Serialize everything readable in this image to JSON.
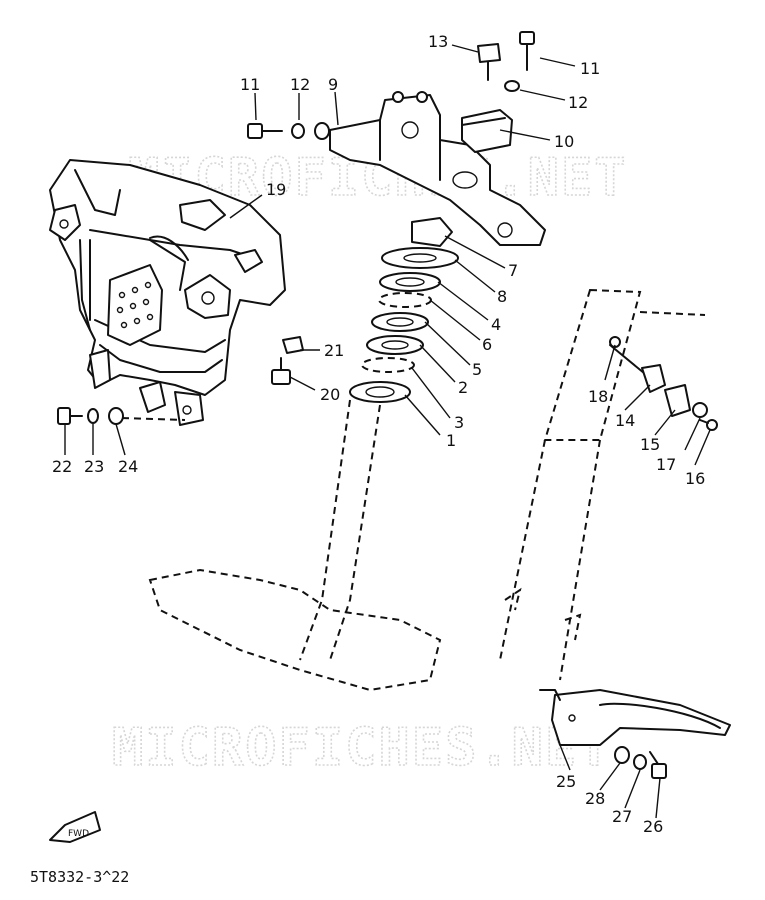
{
  "watermark": [
    "MICROFICHES.NET",
    "MICROFICHES.NET"
  ],
  "drawing_code": "5T8332-3^22",
  "fwd_label": "FWD",
  "callouts": [
    {
      "id": "c1",
      "text": "1"
    },
    {
      "id": "c2",
      "text": "2"
    },
    {
      "id": "c3",
      "text": "3"
    },
    {
      "id": "c4",
      "text": "4"
    },
    {
      "id": "c5",
      "text": "5"
    },
    {
      "id": "c6",
      "text": "6"
    },
    {
      "id": "c7",
      "text": "7"
    },
    {
      "id": "c8",
      "text": "8"
    },
    {
      "id": "c9",
      "text": "9"
    },
    {
      "id": "c10",
      "text": "10"
    },
    {
      "id": "c11a",
      "text": "11"
    },
    {
      "id": "c11b",
      "text": "11"
    },
    {
      "id": "c12a",
      "text": "12"
    },
    {
      "id": "c12b",
      "text": "12"
    },
    {
      "id": "c13",
      "text": "13"
    },
    {
      "id": "c14",
      "text": "14"
    },
    {
      "id": "c15",
      "text": "15"
    },
    {
      "id": "c16",
      "text": "16"
    },
    {
      "id": "c17",
      "text": "17"
    },
    {
      "id": "c18",
      "text": "18"
    },
    {
      "id": "c19",
      "text": "19"
    },
    {
      "id": "c20",
      "text": "20"
    },
    {
      "id": "c21",
      "text": "21"
    },
    {
      "id": "c22",
      "text": "22"
    },
    {
      "id": "c23",
      "text": "23"
    },
    {
      "id": "c24",
      "text": "24"
    },
    {
      "id": "c25",
      "text": "25"
    },
    {
      "id": "c26",
      "text": "26"
    },
    {
      "id": "c27",
      "text": "27"
    },
    {
      "id": "c28",
      "text": "28"
    }
  ]
}
